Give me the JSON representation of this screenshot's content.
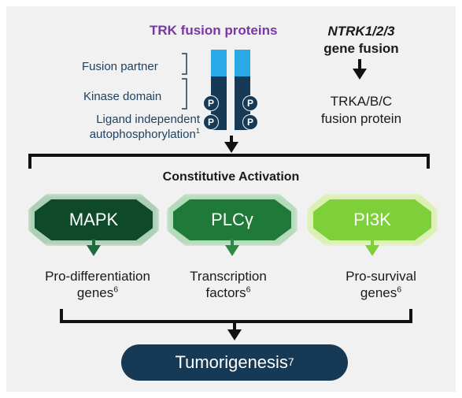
{
  "header": {
    "trk_title": "TRK fusion proteins",
    "gene_italic": "NTRK1/2/3",
    "gene_rest": "gene fusion"
  },
  "protein_labels": {
    "fusion_partner": "Fusion partner",
    "kinase_domain": "Kinase domain",
    "ligand_line1": "Ligand independent",
    "ligand_line2": "autophosphorylation",
    "ligand_ref": "1",
    "p_badge": "P"
  },
  "product": {
    "line1": "TRKA/B/C",
    "line2": "fusion protein"
  },
  "activation_title": "Constitutive Activation",
  "pathways": [
    {
      "label": "MAPK",
      "color": "#0e4a2a",
      "glow": "#5aa86e",
      "arrow": "#1d6b3c",
      "out_line1": "Pro-differentiation",
      "out_line2": "genes",
      "ref": "6"
    },
    {
      "label": "PLCγ",
      "color": "#1f7a3a",
      "glow": "#6cc27a",
      "arrow": "#2a8a44",
      "out_line1": "Transcription",
      "out_line2": "factors",
      "ref": "6"
    },
    {
      "label": "PI3K",
      "color": "#7ed03a",
      "glow": "#c6f06a",
      "arrow": "#7ed03a",
      "out_line1": "Pro-survival",
      "out_line2": "genes",
      "ref": "6"
    }
  ],
  "result": {
    "label": "Tumorigenesis",
    "ref": "7"
  },
  "colors": {
    "fusion_partner": "#29a9e6",
    "kinase_domain": "#163a55",
    "title_purple": "#7a35a8",
    "bracket": "#111111"
  }
}
